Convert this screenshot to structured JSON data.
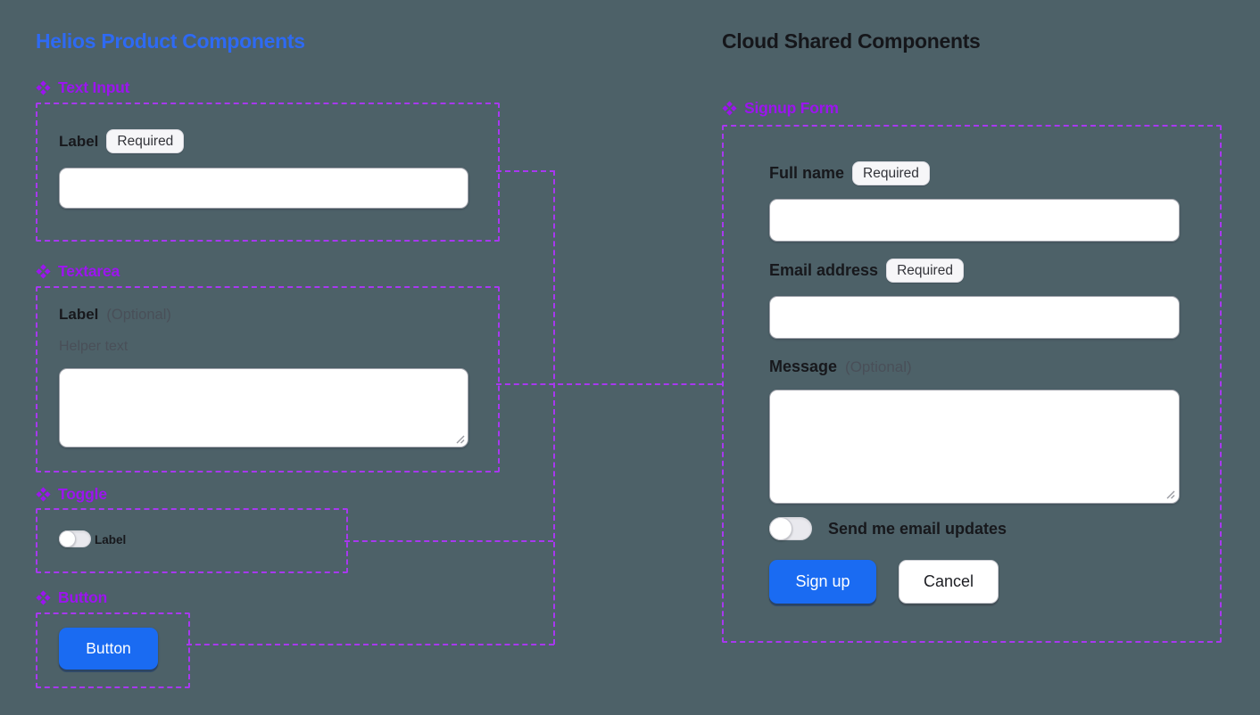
{
  "colors": {
    "background": "#4d6168",
    "left_title_blue": "#2e6af3",
    "right_title_dark": "#15161a",
    "component_purple": "#9c15ef",
    "dashed_outline_purple": "#a838f0",
    "primary_button_blue": "#1a6bf2",
    "field_background": "#ffffff"
  },
  "left_panel": {
    "title": "Helios Product Components",
    "text_input": {
      "header": "Text Input",
      "label": "Label",
      "badge": "Required",
      "input_value": ""
    },
    "textarea": {
      "header": "Textarea",
      "label": "Label",
      "optional": "(Optional)",
      "helper": "Helper text",
      "textarea_value": ""
    },
    "toggle": {
      "header": "Toggle",
      "label": "Label",
      "state": "off"
    },
    "button": {
      "header": "Button",
      "button_label": "Button"
    }
  },
  "right_panel": {
    "title": "Cloud Shared Components",
    "signup_form": {
      "header": "Signup Form",
      "full_name": {
        "label": "Full name",
        "badge": "Required",
        "input_value": ""
      },
      "email": {
        "label": "Email address",
        "badge": "Required",
        "input_value": ""
      },
      "message": {
        "label": "Message",
        "optional": "(Optional)",
        "textarea_value": ""
      },
      "updates_toggle": {
        "label": "Send me email updates",
        "state": "off"
      },
      "submit_label": "Sign up",
      "cancel_label": "Cancel"
    }
  }
}
